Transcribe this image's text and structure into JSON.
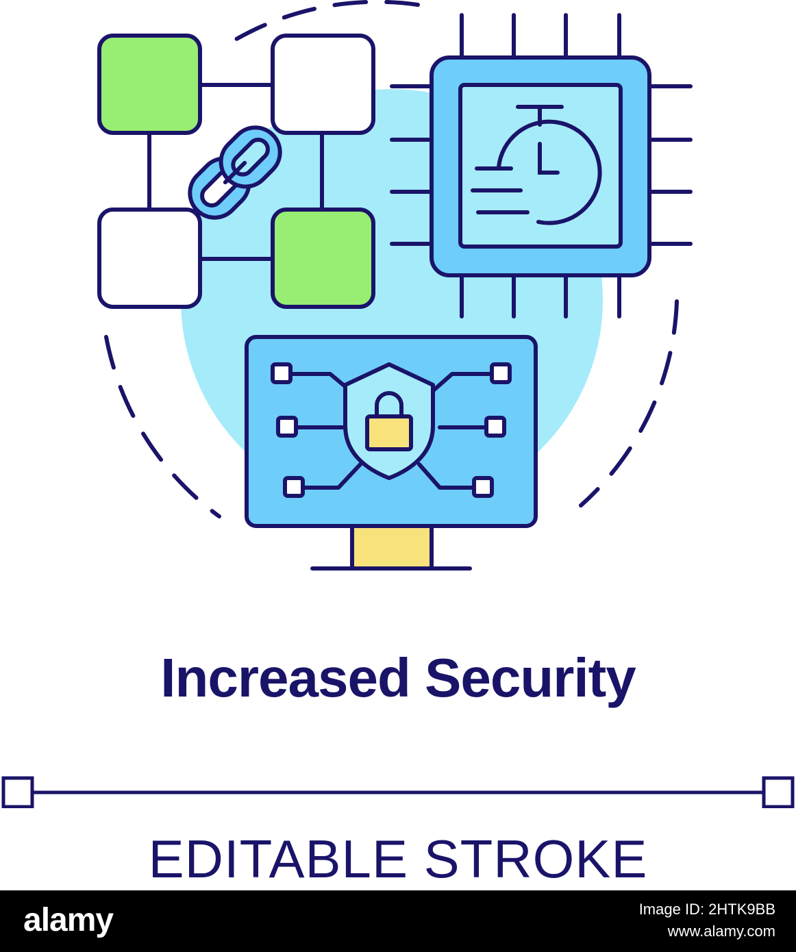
{
  "title": "Increased Security",
  "caption": "EDITABLE STROKE",
  "footer": {
    "brand": "alamy",
    "image_id": "Image ID: 2HTK9BB",
    "site": "www.alamy.com"
  },
  "icons": {
    "blockchain": "blockchain-chain-icon",
    "chip": "processor-chip-icon",
    "stopwatch": "stopwatch-icon",
    "monitor": "monitor-icon",
    "shield": "shield-icon",
    "lock": "padlock-icon"
  },
  "colors": {
    "stroke": "#1a1469",
    "green": "#98ee72",
    "blue": "#6fcdf9",
    "light_blue": "#a6ebfa",
    "yellow": "#f7e27c",
    "footer_bg": "#000000"
  }
}
